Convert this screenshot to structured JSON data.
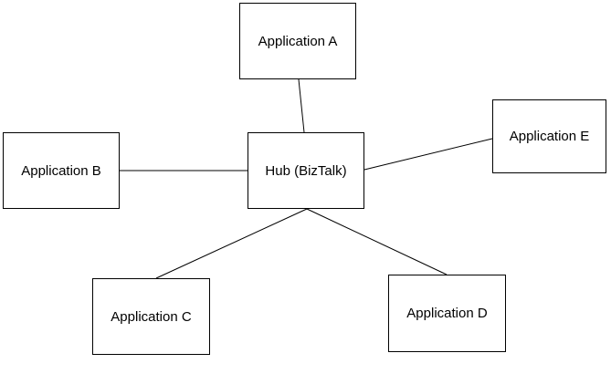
{
  "diagram": {
    "type": "hub-and-spoke",
    "nodes": [
      {
        "id": "application-a",
        "label": "Application A"
      },
      {
        "id": "application-b",
        "label": "Application B"
      },
      {
        "id": "hub",
        "label": "Hub (BizTalk)"
      },
      {
        "id": "application-e",
        "label": "Application E"
      },
      {
        "id": "application-c",
        "label": "Application C"
      },
      {
        "id": "application-d",
        "label": "Application D"
      }
    ],
    "edges": [
      {
        "from": "application-a",
        "to": "hub"
      },
      {
        "from": "application-b",
        "to": "hub"
      },
      {
        "from": "hub",
        "to": "application-e"
      },
      {
        "from": "hub",
        "to": "application-c"
      },
      {
        "from": "hub",
        "to": "application-d"
      }
    ],
    "colors": {
      "background": "#ffffff",
      "box_border": "#000000",
      "text": "#000000",
      "line": "#000000"
    }
  }
}
